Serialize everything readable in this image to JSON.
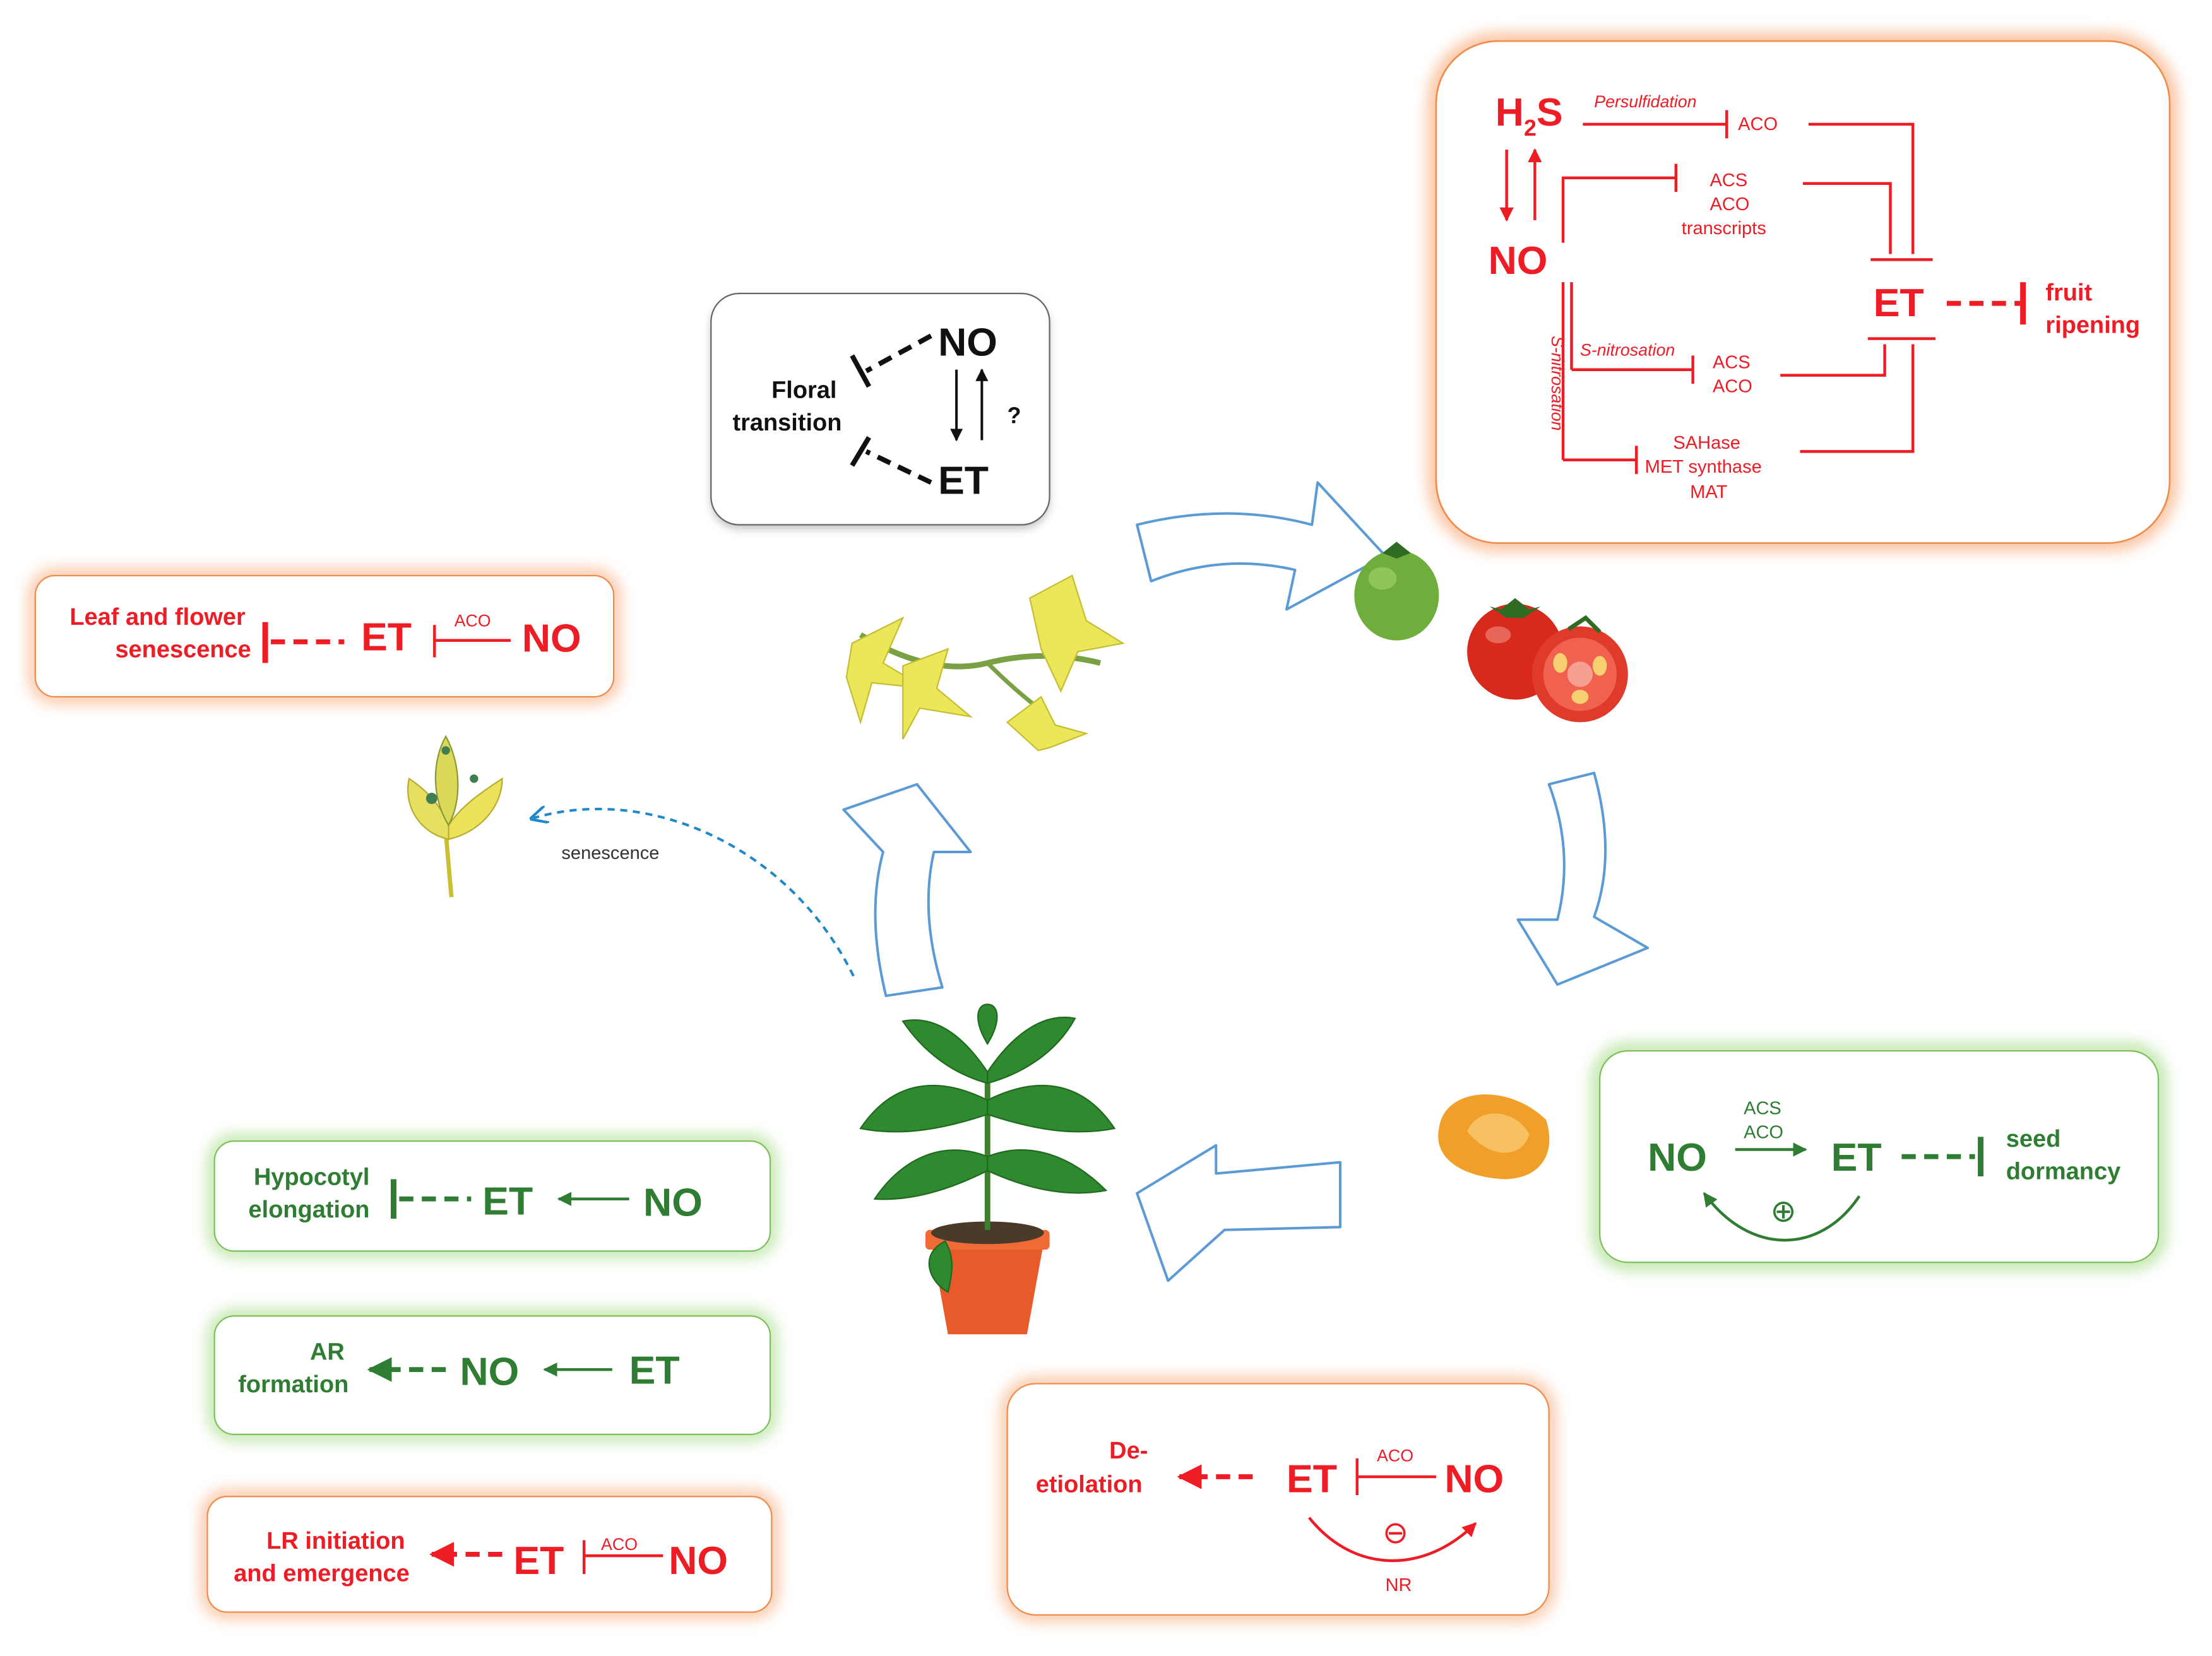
{
  "colors": {
    "red": "#ee1c24",
    "green": "#2e7d32",
    "black": "#111111",
    "arrow_blue": "#5b9bd5",
    "dashed_blue": "#1e88c8",
    "red_glow": "#f7a26a",
    "green_glow": "#a8dd8a"
  },
  "floral": {
    "no": "NO",
    "et": "ET",
    "label_line1": "Floral",
    "label_line2": "transition",
    "question": "?"
  },
  "fruit_ripening": {
    "h2s": "H",
    "h2s_sub": "2",
    "h2s_tail": "S",
    "persulfidation": "Persulfidation",
    "aco_top": "ACO",
    "no": "NO",
    "acs": "ACS",
    "aco": "ACO",
    "transcripts": "transcripts",
    "s_nitrosation_h": "S-nitrosation",
    "s_nitrosation_v": "S-nitrosation",
    "acs2": "ACS",
    "aco2": "ACO",
    "sahase": "SAHase",
    "met_synthase": "MET synthase",
    "mat": "MAT",
    "et": "ET",
    "outcome_line1": "fruit",
    "outcome_line2": "ripening"
  },
  "leaf_senescence": {
    "label_line1": "Leaf and flower",
    "label_line2": "senescence",
    "et": "ET",
    "aco": "ACO",
    "no": "NO"
  },
  "senescence_arrow_label": "senescence",
  "seed_dormancy": {
    "no": "NO",
    "acs": "ACS",
    "aco": "ACO",
    "et": "ET",
    "outcome_line1": "seed",
    "outcome_line2": "dormancy",
    "plus": "⊕"
  },
  "hypocotyl": {
    "label_line1": "Hypocotyl",
    "label_line2": "elongation",
    "et": "ET",
    "no": "NO"
  },
  "ar_formation": {
    "label_line1": "AR",
    "label_line2": "formation",
    "no": "NO",
    "et": "ET"
  },
  "lr_initiation": {
    "label_line1": "LR initiation",
    "label_line2": "and emergence",
    "et": "ET",
    "aco": "ACO",
    "no": "NO"
  },
  "de_etiolation": {
    "label_line1": "De-",
    "label_line2": "etiolation",
    "et": "ET",
    "aco": "ACO",
    "no": "NO",
    "minus": "⊖",
    "nr": "NR"
  }
}
